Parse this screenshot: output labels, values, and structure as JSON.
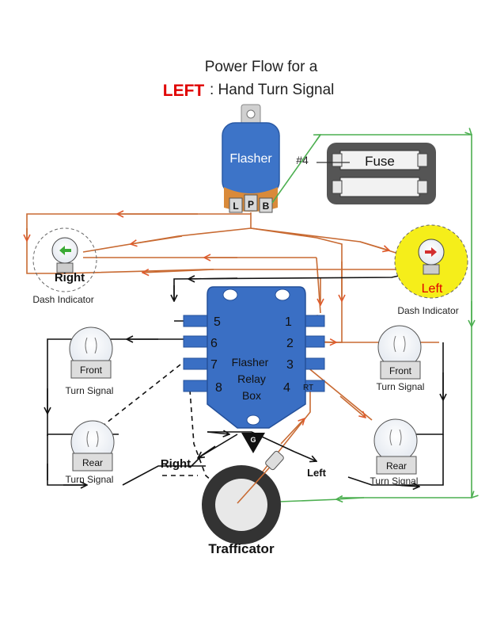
{
  "title": {
    "line1": "Power Flow for a",
    "left_word": "LEFT",
    "line2_rest": ": Hand Turn Signal"
  },
  "flasher": {
    "label": "Flasher",
    "terminals": [
      "L",
      "P",
      "B"
    ]
  },
  "fuse": {
    "number": "#4",
    "label": "Fuse"
  },
  "relay_box": {
    "label_lines": [
      "Flasher",
      "Relay",
      "Box"
    ],
    "pins_left": [
      "5",
      "6",
      "7",
      "8"
    ],
    "pins_right": [
      "1",
      "2",
      "3",
      "4"
    ],
    "rt_label": "RT",
    "ground_label": "G"
  },
  "dash_indicators": {
    "right_label": "Right",
    "left_label": "Left",
    "caption": "Dash Indicator"
  },
  "lamps": {
    "front": "Front",
    "rear": "Rear",
    "caption": "Turn Signal"
  },
  "trafficator": {
    "label": "Trafficator",
    "right_label": "Right",
    "left_label": "Left"
  },
  "colors": {
    "power_wire": "#c86a32",
    "power_arrow": "#e05a2c",
    "green_wire": "#4caf50",
    "black_wire": "#111111",
    "relay_blue": "#3a6fc4",
    "flasher_blue": "#3d74c8",
    "highlight_yellow": "#f5ee1a",
    "title_red": "#e00000"
  }
}
